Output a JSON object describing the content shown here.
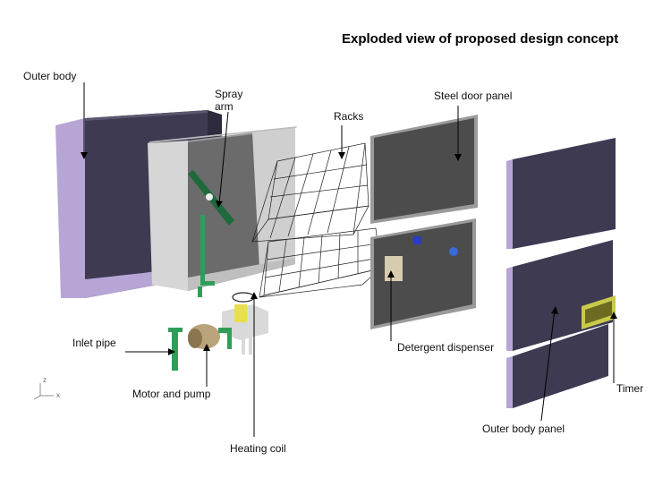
{
  "title": "Exploded view of proposed design concept",
  "labels": {
    "outer_body": "Outer body",
    "spray_arm_line1": "Spray",
    "spray_arm_line2": "arm",
    "racks": "Racks",
    "steel_door_panel": "Steel door panel",
    "inlet_pipe": "Inlet pipe",
    "motor_and_pump": "Motor and pump",
    "heating_coil": "Heating coil",
    "detergent_dispenser": "Detergent dispenser",
    "timer": "Timer",
    "outer_body_panel": "Outer body panel"
  },
  "axis": {
    "z": "z",
    "x": "x"
  },
  "colors": {
    "body_face": "#3d3a52",
    "body_side": "#b7a5d6",
    "liner": "#d9d9d9",
    "panel": "#4c4c4c",
    "pipe": "#2f9e5a",
    "heater": "#e8e04a",
    "motor": "#b8a37a",
    "timer": "#c9c94a"
  }
}
